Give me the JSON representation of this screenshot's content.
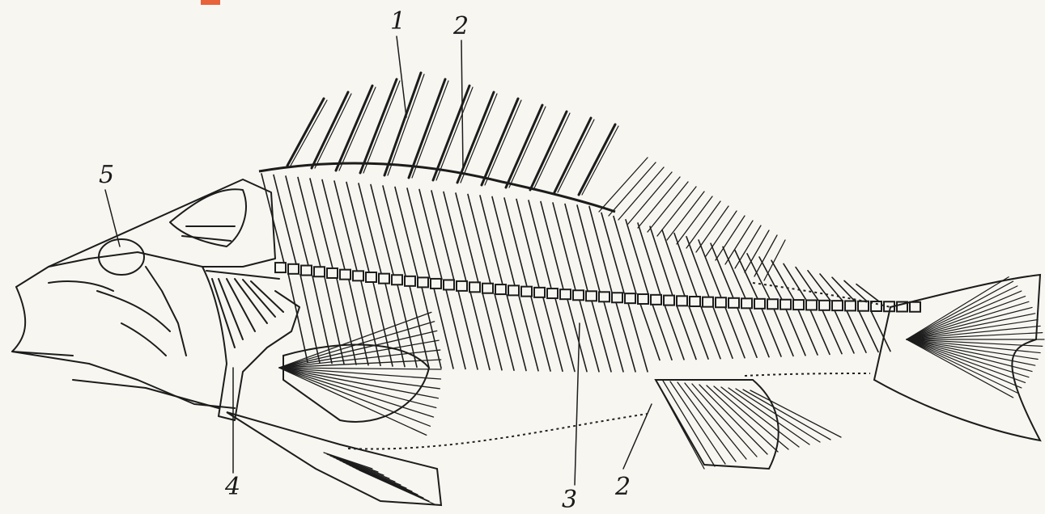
{
  "figure": {
    "labels": [
      {
        "id": "1",
        "text": "1"
      },
      {
        "id": "2-top",
        "text": "2"
      },
      {
        "id": "3",
        "text": "3"
      },
      {
        "id": "2-bottom",
        "text": "2"
      },
      {
        "id": "4",
        "text": "4"
      },
      {
        "id": "5",
        "text": "5"
      }
    ]
  }
}
